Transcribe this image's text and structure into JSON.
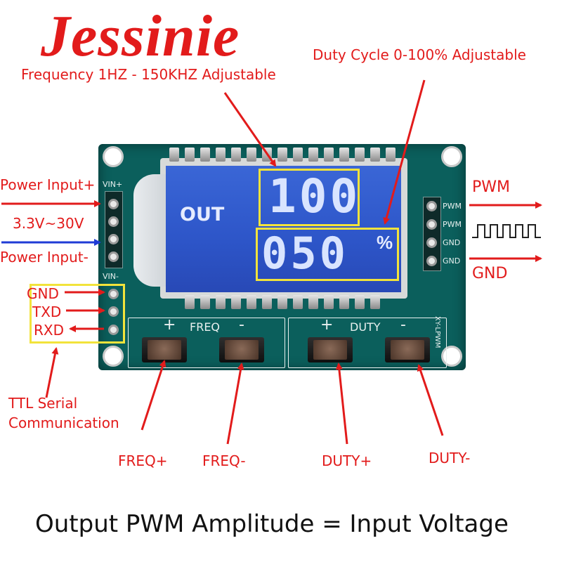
{
  "brand": "Jessinie",
  "callouts": {
    "frequency": "Frequency 1HZ - 150KHZ Adjustable",
    "duty_cycle": "Duty Cycle 0-100% Adjustable"
  },
  "left_labels": {
    "power_input_plus": "Power Input+",
    "voltage_range": "3.3V~30V",
    "power_input_minus": "Power Input-",
    "gnd": "GND",
    "txd": "TXD",
    "rxd": "RXD",
    "ttl_line1": "TTL Serial",
    "ttl_line2": "Communication"
  },
  "right_labels": {
    "pwm": "PWM",
    "gnd": "GND"
  },
  "board": {
    "vin_plus": "VIN+",
    "vin_minus": "VIN-",
    "out_pins": [
      "PWM",
      "PWM",
      "GND",
      "GND"
    ],
    "freq_group": "FREQ",
    "duty_group": "DUTY",
    "plus": "+",
    "minus": "-",
    "model": "XY-LPWM"
  },
  "lcd": {
    "out": "OUT",
    "frequency_value": "100",
    "duty_value": "050",
    "duty_unit": "%"
  },
  "buttons": {
    "freq_plus": "FREQ+",
    "freq_minus": "FREQ-",
    "duty_plus": "DUTY+",
    "duty_minus": "DUTY-"
  },
  "footer": "Output PWM Amplitude = Input Voltage",
  "colors": {
    "annotation": "#e21b1b",
    "power_minus_arrow": "#1f3bd6",
    "highlight_box": "#f2e33b",
    "pcb": "#0b5f5c",
    "lcd": "#2d55c8"
  }
}
